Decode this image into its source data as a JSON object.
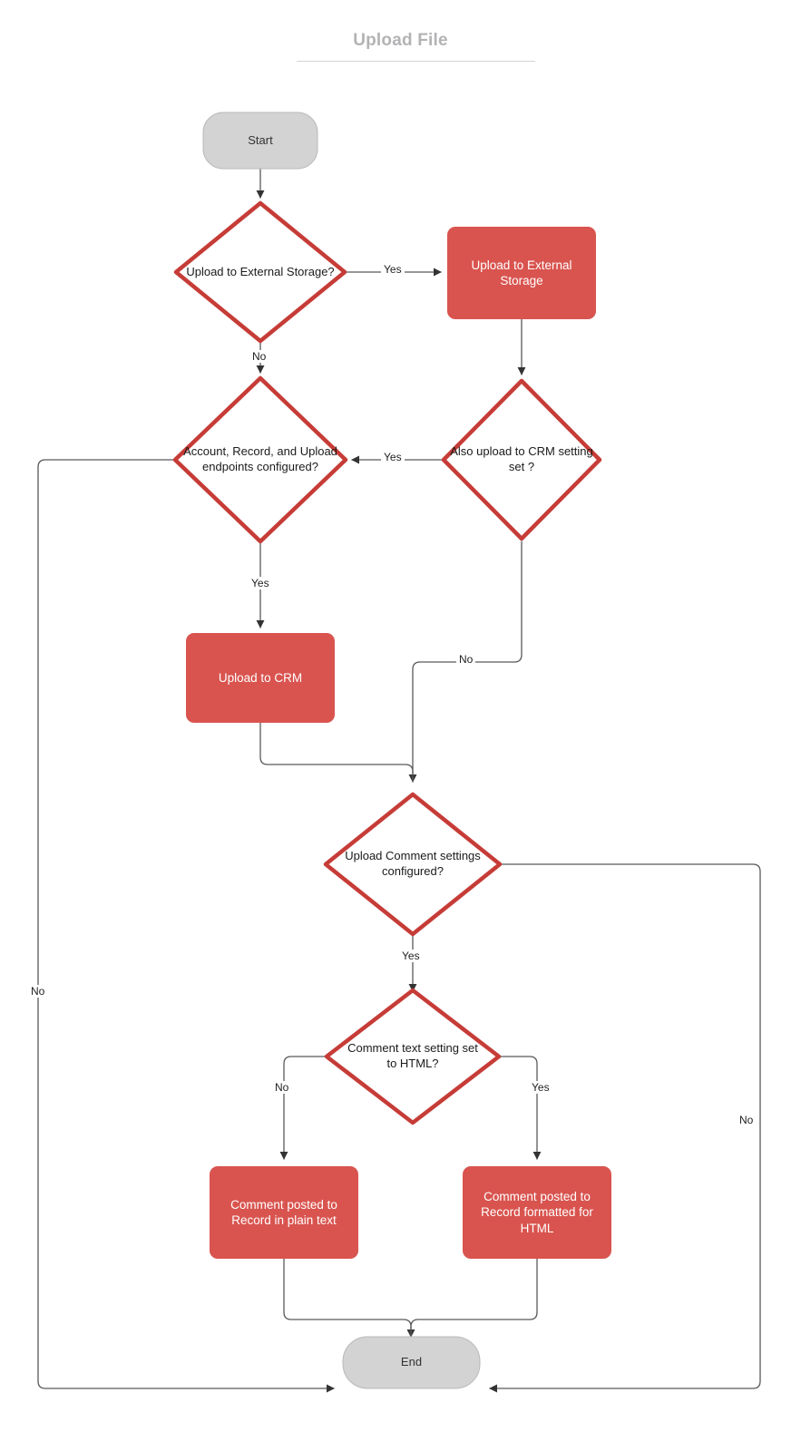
{
  "title": "Upload File",
  "colors": {
    "process_fill": "#d9544f",
    "process_text": "#ffffff",
    "decision_stroke": "#c63c37",
    "decision_fill": "#ffffff",
    "terminator_fill": "#d3d3d3",
    "terminator_stroke": "#b3b3b3",
    "edge_stroke": "#595959",
    "title_color": "#b3b3b6"
  },
  "nodes": [
    {
      "id": "start",
      "type": "terminator",
      "label": "Start"
    },
    {
      "id": "upload-external-q",
      "type": "decision",
      "label": "Upload to External Storage?"
    },
    {
      "id": "upload-external",
      "type": "process",
      "label": "Upload to External Storage"
    },
    {
      "id": "endpoints-q",
      "type": "decision",
      "label": "Account, Record, and Upload endpoints configured?"
    },
    {
      "id": "also-crm-q",
      "type": "decision",
      "label": "Also upload to CRM setting set ?"
    },
    {
      "id": "upload-crm",
      "type": "process",
      "label": "Upload to CRM"
    },
    {
      "id": "comment-settings-q",
      "type": "decision",
      "label": "Upload Comment settings configured?"
    },
    {
      "id": "comment-html-q",
      "type": "decision",
      "label": "Comment text setting set to HTML?"
    },
    {
      "id": "comment-plain",
      "type": "process",
      "label": "Comment posted to Record in plain text"
    },
    {
      "id": "comment-html",
      "type": "process",
      "label": "Comment posted to Record formatted for HTML"
    },
    {
      "id": "end",
      "type": "terminator",
      "label": "End"
    }
  ],
  "edges": [
    {
      "id": "e-start-uploadq",
      "from": "start",
      "to": "upload-external-q",
      "label": ""
    },
    {
      "id": "e-uploadq-yes",
      "from": "upload-external-q",
      "to": "upload-external",
      "label": "Yes"
    },
    {
      "id": "e-uploadq-no",
      "from": "upload-external-q",
      "to": "endpoints-q",
      "label": "No"
    },
    {
      "id": "e-external-alsocrm",
      "from": "upload-external",
      "to": "also-crm-q",
      "label": ""
    },
    {
      "id": "e-alsocrm-yes",
      "from": "also-crm-q",
      "to": "endpoints-q",
      "label": "Yes"
    },
    {
      "id": "e-alsocrm-no",
      "from": "also-crm-q",
      "to": "comment-settings-q",
      "label": "No"
    },
    {
      "id": "e-endpoints-yes",
      "from": "endpoints-q",
      "to": "upload-crm",
      "label": "Yes"
    },
    {
      "id": "e-endpoints-no",
      "from": "endpoints-q",
      "to": "end",
      "label": "No"
    },
    {
      "id": "e-uploadcrm-comment",
      "from": "upload-crm",
      "to": "comment-settings-q",
      "label": ""
    },
    {
      "id": "e-commentsettings-yes",
      "from": "comment-settings-q",
      "to": "comment-html-q",
      "label": "Yes"
    },
    {
      "id": "e-commentsettings-no",
      "from": "comment-settings-q",
      "to": "end",
      "label": "No"
    },
    {
      "id": "e-html-no",
      "from": "comment-html-q",
      "to": "comment-plain",
      "label": "No"
    },
    {
      "id": "e-html-yes",
      "from": "comment-html-q",
      "to": "comment-html",
      "label": "Yes"
    },
    {
      "id": "e-plain-end",
      "from": "comment-plain",
      "to": "end",
      "label": ""
    },
    {
      "id": "e-htmlbox-end",
      "from": "comment-html",
      "to": "end",
      "label": ""
    }
  ],
  "edge_labels": {
    "uploadq_yes": "Yes",
    "uploadq_no": "No",
    "alsocrm_yes": "Yes",
    "alsocrm_no": "No",
    "endpoints_yes": "Yes",
    "endpoints_no": "No",
    "commentsettings_yes": "Yes",
    "commentsettings_no": "No",
    "html_no": "No",
    "html_yes": "Yes"
  }
}
